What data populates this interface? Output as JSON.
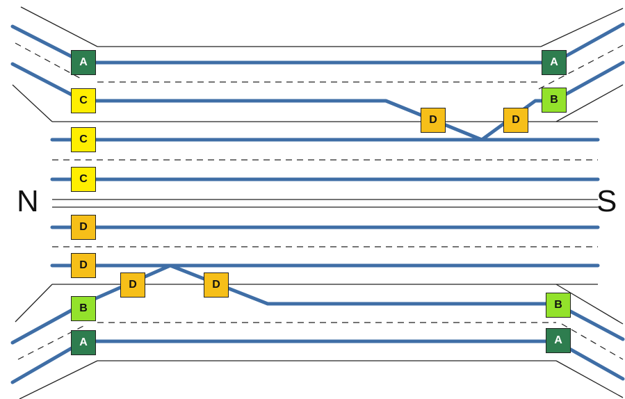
{
  "compass": {
    "north": "N",
    "south": "S"
  },
  "colors": {
    "track": "#3f6ea6",
    "boundary": "#222222",
    "A": {
      "fill": "#2e7d4f",
      "text": "#ffffff"
    },
    "B": {
      "fill": "#93e22b",
      "text": "#111111"
    },
    "C": {
      "fill": "#ffee00",
      "text": "#111111"
    },
    "D": {
      "fill": "#f6bf19",
      "text": "#111111"
    }
  },
  "markers": {
    "north_a_top": "A",
    "north_c_1": "C",
    "north_c_2": "C",
    "north_c_3": "C",
    "north_d_1": "D",
    "north_d_2": "D",
    "north_b": "B",
    "north_a_bottom": "A",
    "south_a_top": "A",
    "south_b_top": "B",
    "south_b_bottom": "B",
    "south_a_bottom": "A",
    "crossover_top_d_1": "D",
    "crossover_top_d_2": "D",
    "crossover_bottom_d_1": "D",
    "crossover_bottom_d_2": "D"
  }
}
